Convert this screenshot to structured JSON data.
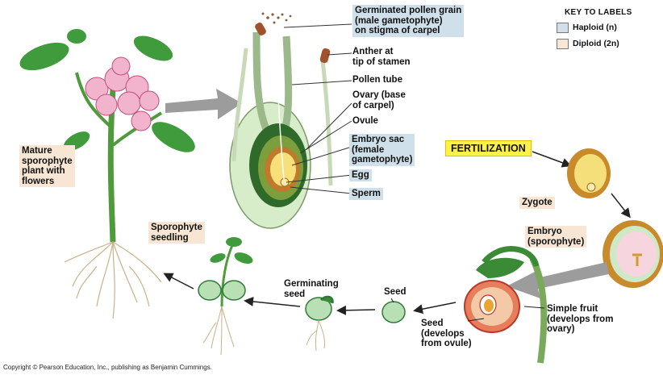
{
  "labels": {
    "germinated_pollen": "Germinated pollen grain\n(male gametophyte)\non stigma of carpel",
    "anther": "Anther at\ntip of stamen",
    "pollen_tube": "Pollen tube",
    "ovary": "Ovary (base\nof carpel)",
    "ovule": "Ovule",
    "embryo_sac": "Embryo sac\n(female\ngametophyte)",
    "egg": "Egg",
    "sperm": "Sperm",
    "fertilization": "FERTILIZATION",
    "zygote": "Zygote",
    "embryo": "Embryo\n(sporophyte)",
    "simple_fruit": "Simple fruit\n(develops from\novary)",
    "seed_develops": "Seed\n(develops\nfrom ovule)",
    "seed": "Seed",
    "germinating_seed": "Germinating\nseed",
    "sporophyte_seedling": "Sporophyte\nseedling",
    "mature_plant": "Mature\nsporophyte\nplant with\nflowers"
  },
  "key": {
    "title": "KEY TO LABELS",
    "haploid": "Haploid (n)",
    "diploid": "Diploid (2n)",
    "haploid_color": "#cfe0ea",
    "diploid_color": "#f6e6d3"
  },
  "copyright": "Copyright © Pearson Education, Inc., publishing as Benjamin Cummings."
}
